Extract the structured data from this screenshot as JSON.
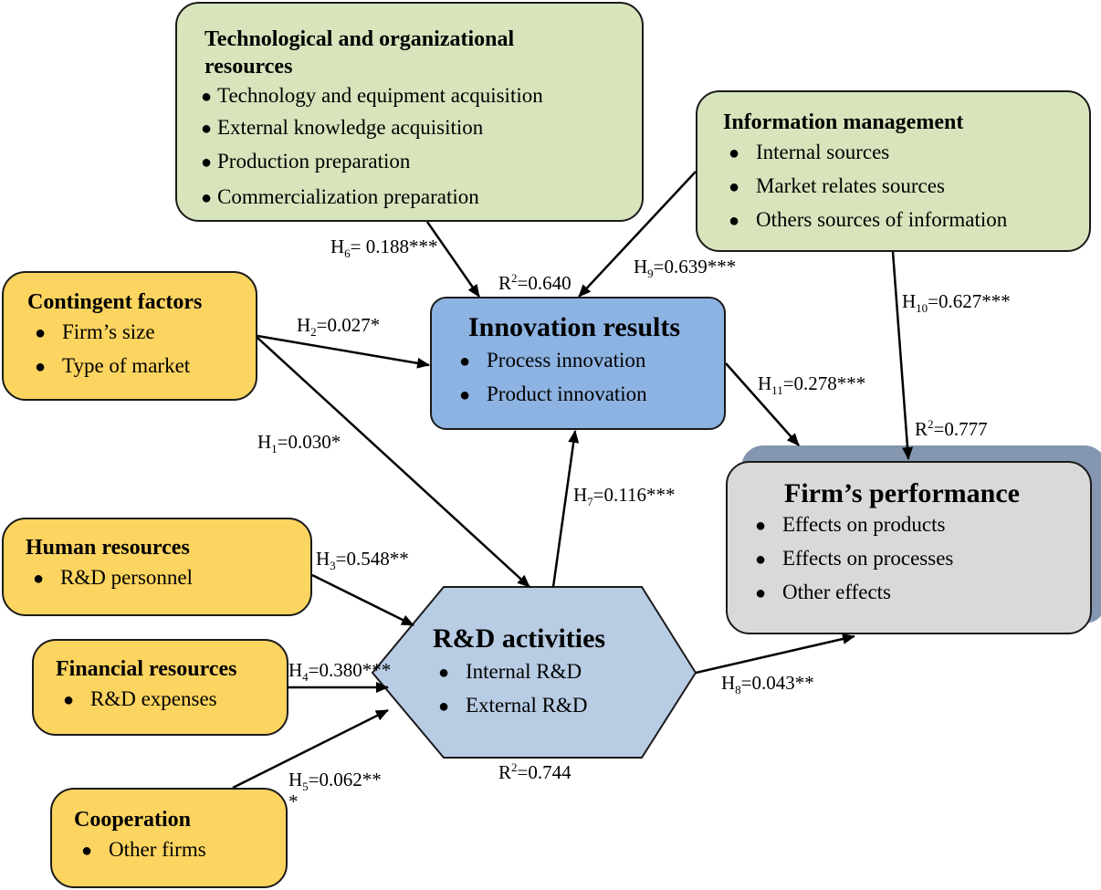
{
  "nodes": {
    "tech": {
      "title_line1": "Technological and organizational",
      "title_line2": "resources",
      "items": [
        "Technology and equipment acquisition",
        "External knowledge acquisition",
        "Production preparation",
        "Commercialization preparation"
      ]
    },
    "info": {
      "title": "Information management",
      "items": [
        "Internal sources",
        "Market relates sources",
        "Others sources of information"
      ]
    },
    "contingent": {
      "title": "Contingent factors",
      "items": [
        "Firm’s size",
        "Type of market"
      ]
    },
    "innovation": {
      "title": "Innovation results",
      "items": [
        "Process innovation",
        "Product innovation"
      ]
    },
    "performance": {
      "title": "Firm’s performance",
      "items": [
        "Effects on products",
        "Effects on processes",
        "Other effects"
      ]
    },
    "human": {
      "title": "Human resources",
      "items": [
        "R&D personnel"
      ]
    },
    "financial": {
      "title": "Financial resources",
      "items": [
        "R&D expenses"
      ]
    },
    "cooperation": {
      "title": "Cooperation",
      "items": [
        "Other firms"
      ]
    },
    "rd": {
      "title": "R&D activities",
      "items": [
        "Internal R&D",
        "External R&D"
      ]
    }
  },
  "bullet": "●",
  "hypotheses": {
    "h1": {
      "name": "H",
      "sub": "1",
      "value": "=0.030*"
    },
    "h2": {
      "name": "H",
      "sub": "2",
      "value": "=0.027*"
    },
    "h3": {
      "name": "H",
      "sub": "3",
      "value": "=0.548**"
    },
    "h4": {
      "name": "H",
      "sub": "4",
      "value": "=0.380***"
    },
    "h5": {
      "name": "H",
      "sub": "5",
      "value": "=0.062**",
      "value_wrap": "*"
    },
    "h6": {
      "name": "H",
      "sub": "6",
      "value": "= 0.188***"
    },
    "h7": {
      "name": "H",
      "sub": "7",
      "value": "=0.116***"
    },
    "h8": {
      "name": "H",
      "sub": "8",
      "value": "=0.043**"
    },
    "h9": {
      "name": "H",
      "sub": "9",
      "value": "=0.639***"
    },
    "h10": {
      "name": "H",
      "sub": "10",
      "value": "=0.627***"
    },
    "h11": {
      "name": "H",
      "sub": "11",
      "value": "=0.278***"
    }
  },
  "r_squared": {
    "innovation": {
      "name": "R",
      "sup": "2",
      "value": "=0.640"
    },
    "rd": {
      "name": "R",
      "sup": "2",
      "value": "=0.744"
    },
    "performance": {
      "name": "R",
      "sup": "2",
      "value": "=0.777"
    }
  },
  "colors": {
    "green": "#d8e4bc",
    "yellow": "#fcd460",
    "blue": "#8db3e2",
    "light_blue": "#b8cce4",
    "gray": "#d9d9d9",
    "shadow": "#8496b0"
  }
}
